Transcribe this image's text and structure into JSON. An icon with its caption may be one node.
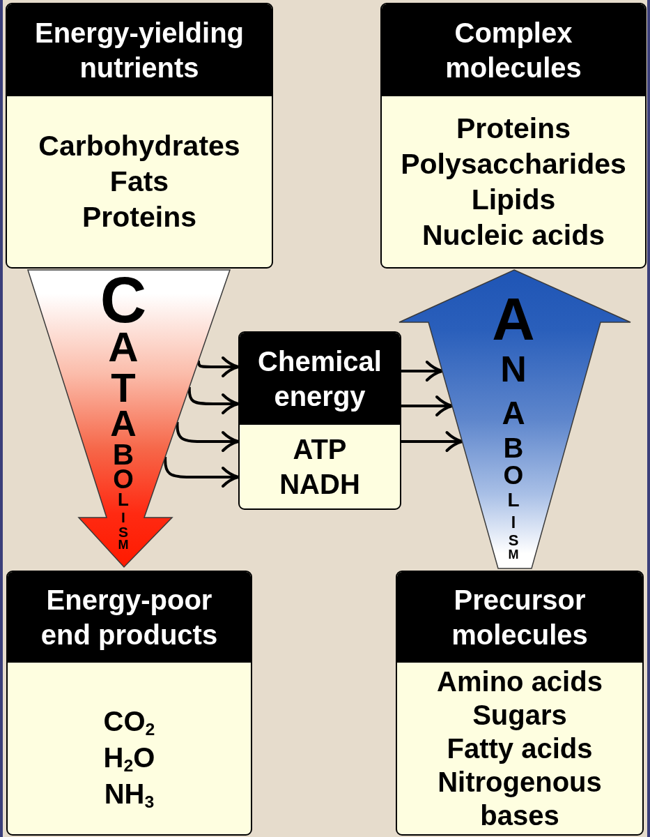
{
  "diagram": {
    "nodes": [
      {
        "text": [
          "Energy-yielding nutrients",
          "Carbohydrates",
          "Fats",
          "Proteins"
        ]
      },
      {
        "text": [
          "Complex molecules",
          "Proteins",
          "Polysaccharides",
          "Lipids",
          "Nucleic acids"
        ]
      },
      {
        "text": [
          "CATABOLISM"
        ]
      },
      {
        "text": [
          "Chemical energy",
          "ATP",
          "NADH"
        ]
      },
      {
        "text": [
          "ANABOLISM"
        ]
      },
      {
        "text": [
          "Energy-poor end products",
          "CO$_{2}$",
          "H$_{2}$O",
          "NH$_{3}$"
        ]
      },
      {
        "text": [
          "Precursor molecules",
          "Amino acids",
          "Sugars",
          "Fatty acids",
          "Nitrogenous bases"
        ]
      }
    ],
    "edges": [
      {
        "from": 2,
        "to": 3,
        "arrow": "to"
      },
      {
        "from": 2,
        "to": 3,
        "arrow": "to"
      },
      {
        "from": 2,
        "to": 3,
        "arrow": "to"
      },
      {
        "from": 2,
        "to": 3,
        "arrow": "to"
      },
      {
        "from": 3,
        "to": 4,
        "arrow": "to"
      },
      {
        "from": 3,
        "to": 4,
        "arrow": "to"
      },
      {
        "from": 3,
        "to": 4,
        "arrow": "to"
      }
    ]
  }
}
